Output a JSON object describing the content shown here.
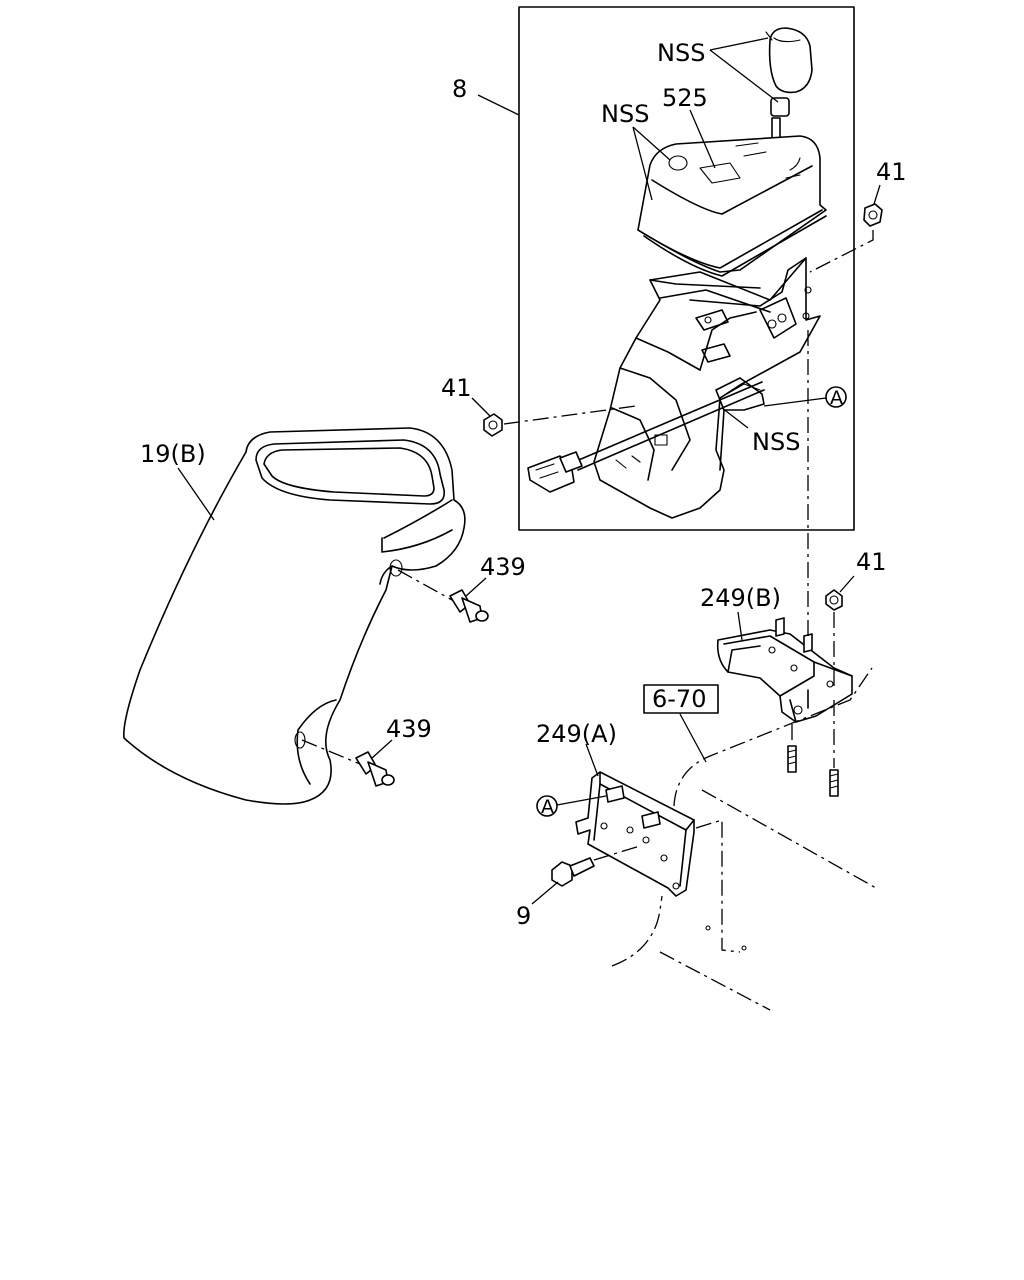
{
  "labels": {
    "assembly": "8",
    "nss_knob": "NSS",
    "knob_part": "525",
    "nss_cover": "NSS",
    "nss_lever": "NSS",
    "nut_top_right": "41",
    "nut_left": "41",
    "nut_mid_right": "41",
    "cover": "19(B)",
    "clip_upper": "439",
    "clip_lower": "439",
    "bracket_b": "249(B)",
    "bracket_a": "249(A)",
    "reference_box": "6-70",
    "bolt": "9",
    "circle_a_upper": "A",
    "circle_a_lower": "A"
  }
}
